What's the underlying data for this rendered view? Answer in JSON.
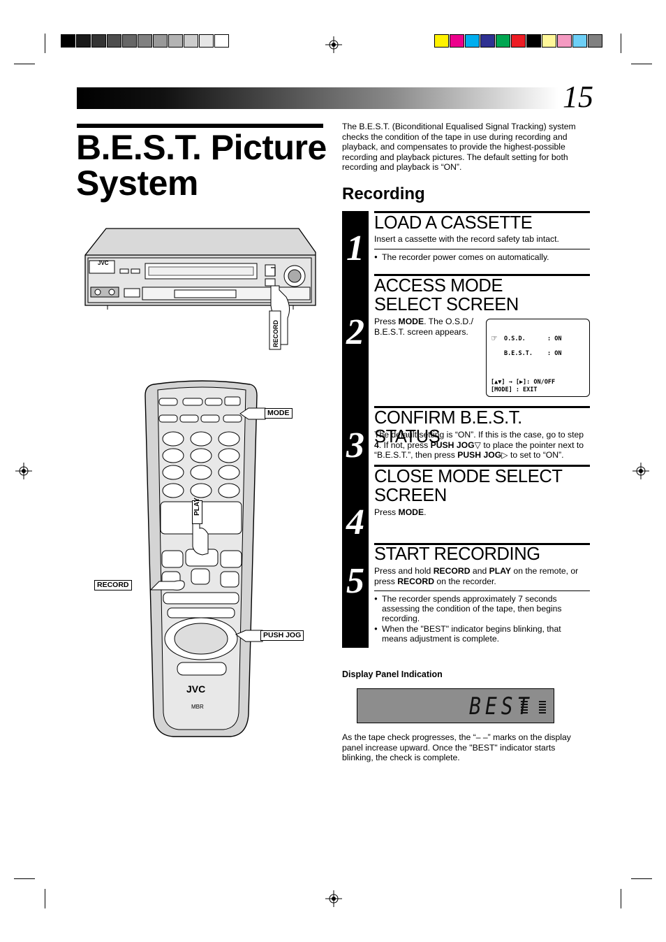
{
  "page": {
    "number": "15",
    "title": "B.E.S.T. Picture System",
    "intro": "The B.E.S.T. (Biconditional Equalised Signal Tracking) system checks the condition of the tape in use during recording and playback, and compensates to provide the highest-possible recording and playback pictures. The default setting for both recording and playback is “ON”.",
    "section": "Recording"
  },
  "colors": {
    "gray_bar": [
      "#000000",
      "#1a1a1a",
      "#333333",
      "#4d4d4d",
      "#666666",
      "#808080",
      "#999999",
      "#b3b3b3",
      "#cccccc",
      "#e6e6e6",
      "#ffffff"
    ],
    "color_bar": [
      "#fff200",
      "#ec008c",
      "#00aeef",
      "#2e3192",
      "#00a651",
      "#ed1c24",
      "#000000",
      "#fff799",
      "#f49ac1",
      "#6dcff6",
      "#808080"
    ]
  },
  "steps": [
    {
      "number": "1",
      "title": "LOAD A CASSETTE",
      "body": "Insert a cassette with the record safety tab intact.",
      "bullets": [
        "The recorder power comes on automatically."
      ]
    },
    {
      "number": "2",
      "title": "ACCESS MODE SELECT SCREEN",
      "body_parts": [
        "Press ",
        "MODE",
        ". The O.S.D./ B.E.S.T. screen appears."
      ]
    },
    {
      "number": "3",
      "title": "CONFIRM B.E.S.T. STATUS",
      "body_parts": [
        "The default setting is “ON”. If this is the case, go to step ",
        "4",
        ". If not, press ",
        "PUSH JOG",
        "▽ to place the pointer next to “B.E.S.T.”, then press ",
        "PUSH JOG",
        "▷ to set to “ON”."
      ]
    },
    {
      "number": "4",
      "title": "CLOSE MODE SELECT SCREEN",
      "body_parts": [
        "Press ",
        "MODE",
        "."
      ]
    },
    {
      "number": "5",
      "title": "START RECORDING",
      "body_parts": [
        "Press and hold ",
        "RECORD",
        " and ",
        "PLAY",
        " on the remote, or press ",
        "RECORD",
        " on the recorder."
      ],
      "bullets": [
        "The recorder spends approximately 7 seconds assessing the condition of the tape, then begins recording.",
        "When the \"BEST\" indicator begins blinking, that means adjustment is complete."
      ]
    }
  ],
  "osd": {
    "pointer": "☞",
    "row1_label": "O.S.D.",
    "row1_value": ": ON",
    "row2_label": "B.E.S.T.",
    "row2_value": ": ON",
    "help1": "[▲▼]  → [▶]: ON/OFF",
    "help2": "[MODE]  : EXIT"
  },
  "display_panel": {
    "label": "Display Panel Indication",
    "text": "BEST"
  },
  "outro": "As the tape check progresses, the “– –” marks on the display panel increase upward. Once the \"BEST\" indicator starts blinking, the check is complete.",
  "callouts": {
    "vcr_record": "RECORD",
    "mode": "MODE",
    "play": "PLAY",
    "record": "RECORD",
    "push_jog": "PUSH JOG",
    "jvc_vcr": "JVC",
    "jvc_remote": "JVC",
    "mbr": "MBR"
  }
}
